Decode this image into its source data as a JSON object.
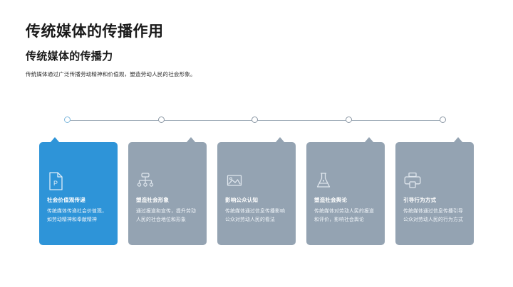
{
  "slide": {
    "title": "传统媒体的传播作用",
    "subtitle": "传统媒体的传播力",
    "description": "传统媒体通过广泛传播劳动精神和价值观，塑造劳动人民的社会形象。"
  },
  "colors": {
    "accent_blue": "#2e94d8",
    "card_gray": "#94a3b2",
    "node_gray": "#8d99a6",
    "node_blue": "#7fb8dd",
    "line": "#9aa7b4",
    "title_text": "#1a1a1a",
    "card_text": "#ffffff"
  },
  "timeline": {
    "nodes": [
      {
        "active": true
      },
      {
        "active": false
      },
      {
        "active": false
      },
      {
        "active": false
      },
      {
        "active": false
      }
    ]
  },
  "cards": [
    {
      "icon": "document-p-icon",
      "title": "社会价值观传递",
      "body": "传统媒体传递社会价值观，如劳动精神和奉献精神",
      "active": true,
      "pointer": "left"
    },
    {
      "icon": "org-chart-icon",
      "title": "塑造社会形象",
      "body": "通过报道和宣传，提升劳动人民的社会地位和形象",
      "active": false,
      "pointer": "right"
    },
    {
      "icon": "image-icon",
      "title": "影响公众认知",
      "body": "传统媒体通过信息传播影响公众对劳动人民的看法",
      "active": false,
      "pointer": "right"
    },
    {
      "icon": "flask-icon",
      "title": "塑造社会舆论",
      "body": "传统媒体对劳动人民的报道和评价，影响社会舆论",
      "active": false,
      "pointer": "right"
    },
    {
      "icon": "printer-icon",
      "title": "引导行为方式",
      "body": "传统媒体通过信息传播引导公众对劳动人民的行为方式",
      "active": false,
      "pointer": "right"
    }
  ]
}
